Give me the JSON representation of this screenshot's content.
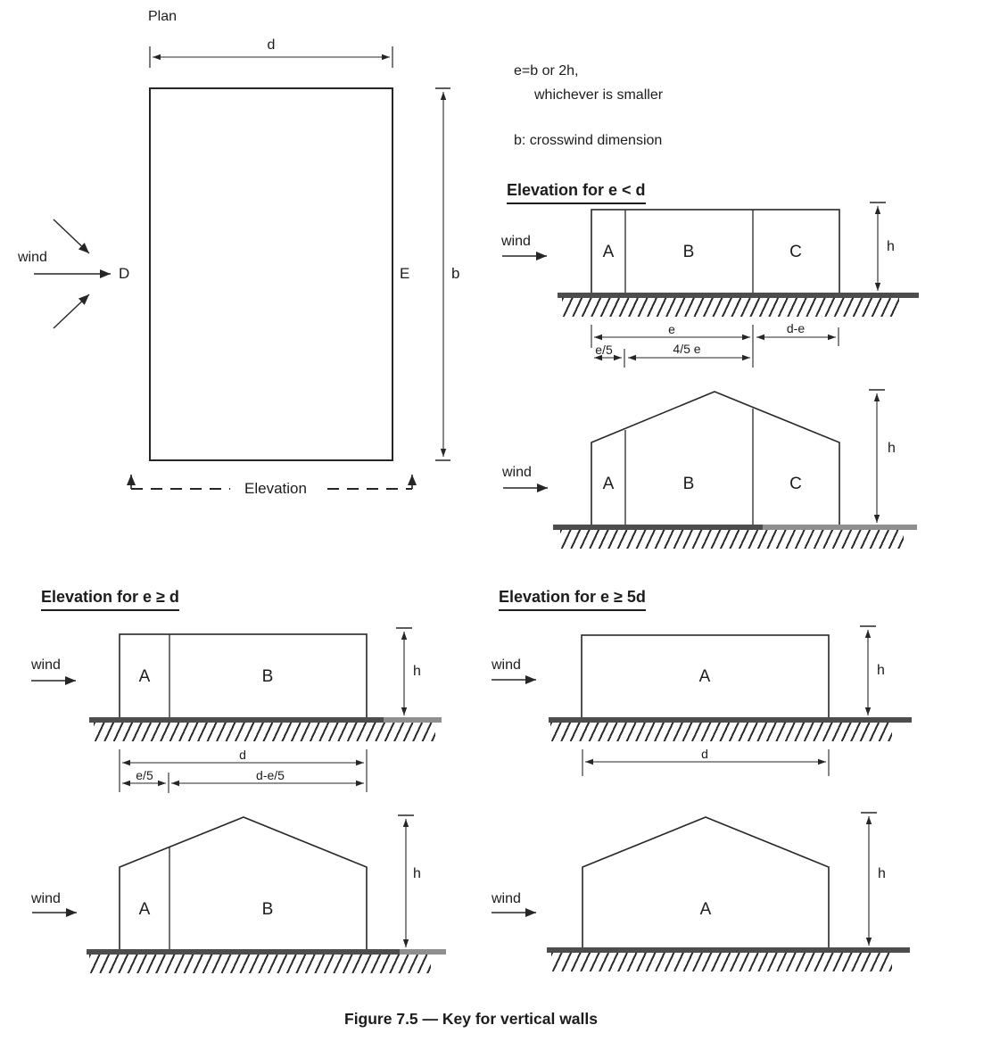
{
  "plan": {
    "title": "Plan",
    "wind_label": "wind",
    "windward_wall": "D",
    "leeward_wall": "E",
    "depth_dim": "d",
    "crosswind_dim": "b",
    "section_cut_label": "Elevation"
  },
  "notes": {
    "e_definition": "e=b or 2h,",
    "e_definition_cont": "whichever is smaller",
    "b_definition": "b: crosswind dimension"
  },
  "elev_e_lt_d": {
    "heading": "Elevation for e < d",
    "wind_label": "wind",
    "zone_a": "A",
    "zone_b": "B",
    "zone_c": "C",
    "height_dim": "h",
    "dim_e": "e",
    "dim_d_minus_e": "d-e",
    "dim_e_over_5": "e/5",
    "dim_4_5_e": "4/5 e"
  },
  "elev_e_ge_d": {
    "heading": "Elevation for e ≥ d",
    "wind_label": "wind",
    "zone_a": "A",
    "zone_b": "B",
    "height_dim": "h",
    "dim_d": "d",
    "dim_e_over_5": "e/5",
    "dim_d_minus_e_over_5": "d-e/5"
  },
  "elev_e_ge_5d": {
    "heading": "Elevation for e ≥ 5d",
    "wind_label": "wind",
    "zone_a": "A",
    "height_dim": "h",
    "dim_d": "d"
  },
  "caption": "Figure 7.5 — Key for vertical walls"
}
